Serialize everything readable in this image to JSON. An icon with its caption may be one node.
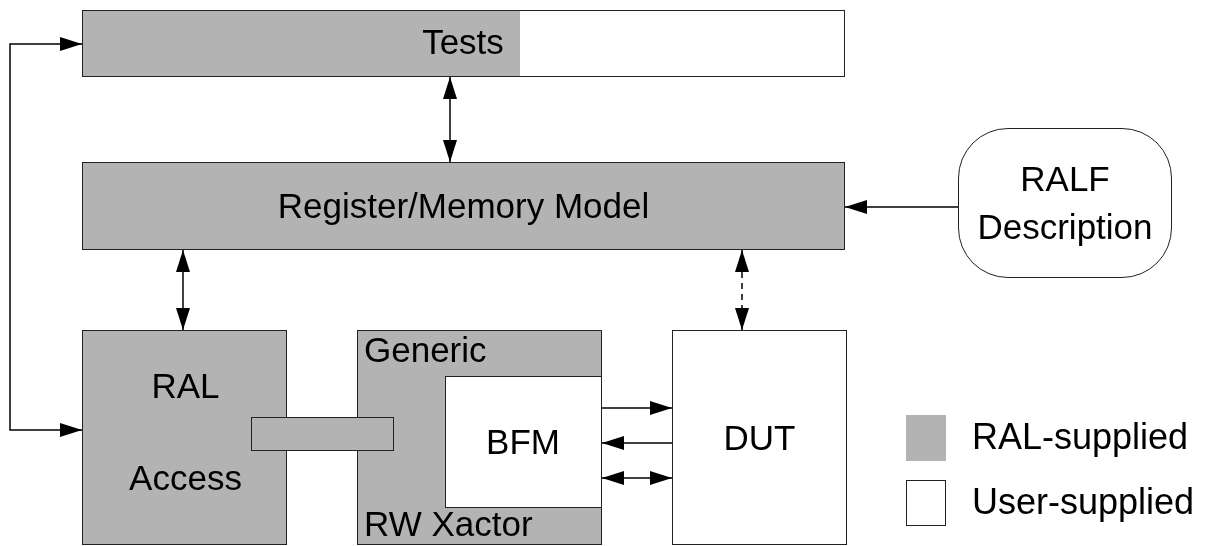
{
  "diagram": {
    "nodes": [
      {
        "text": [
          "Tests"
        ]
      },
      {
        "text": [
          "Register/Memory Model"
        ]
      },
      {
        "text": [
          "RALF Description"
        ]
      },
      {
        "text": [
          "RAL",
          "Access"
        ]
      },
      {
        "text": [
          "Generic",
          "RW Xactor"
        ]
      },
      {
        "text": [
          "BFM"
        ],
        "in": 4
      },
      {
        "text": [
          "DUT"
        ]
      },
      {
        "text": [],
        "shape": "bar"
      }
    ],
    "edges": [
      {
        "from": 0,
        "to": 1,
        "arrow": "both"
      },
      {
        "from": 2,
        "to": 1,
        "arrow": "to"
      },
      {
        "from": 1,
        "to": 3,
        "arrow": "both"
      },
      {
        "from": 1,
        "to": 6,
        "arrow": "both",
        "style": "dashed"
      },
      {
        "from": 0,
        "to": 3,
        "arrow": "both"
      },
      {
        "from": 5,
        "to": 6,
        "arrow": "to"
      },
      {
        "from": 6,
        "to": 5,
        "arrow": "to"
      },
      {
        "from": 5,
        "to": 6,
        "arrow": "both"
      }
    ],
    "legend": [
      {
        "text": "RAL-supplied",
        "color": "#b3b3b3"
      },
      {
        "text": "User-supplied",
        "color": "#ffffff"
      }
    ]
  }
}
